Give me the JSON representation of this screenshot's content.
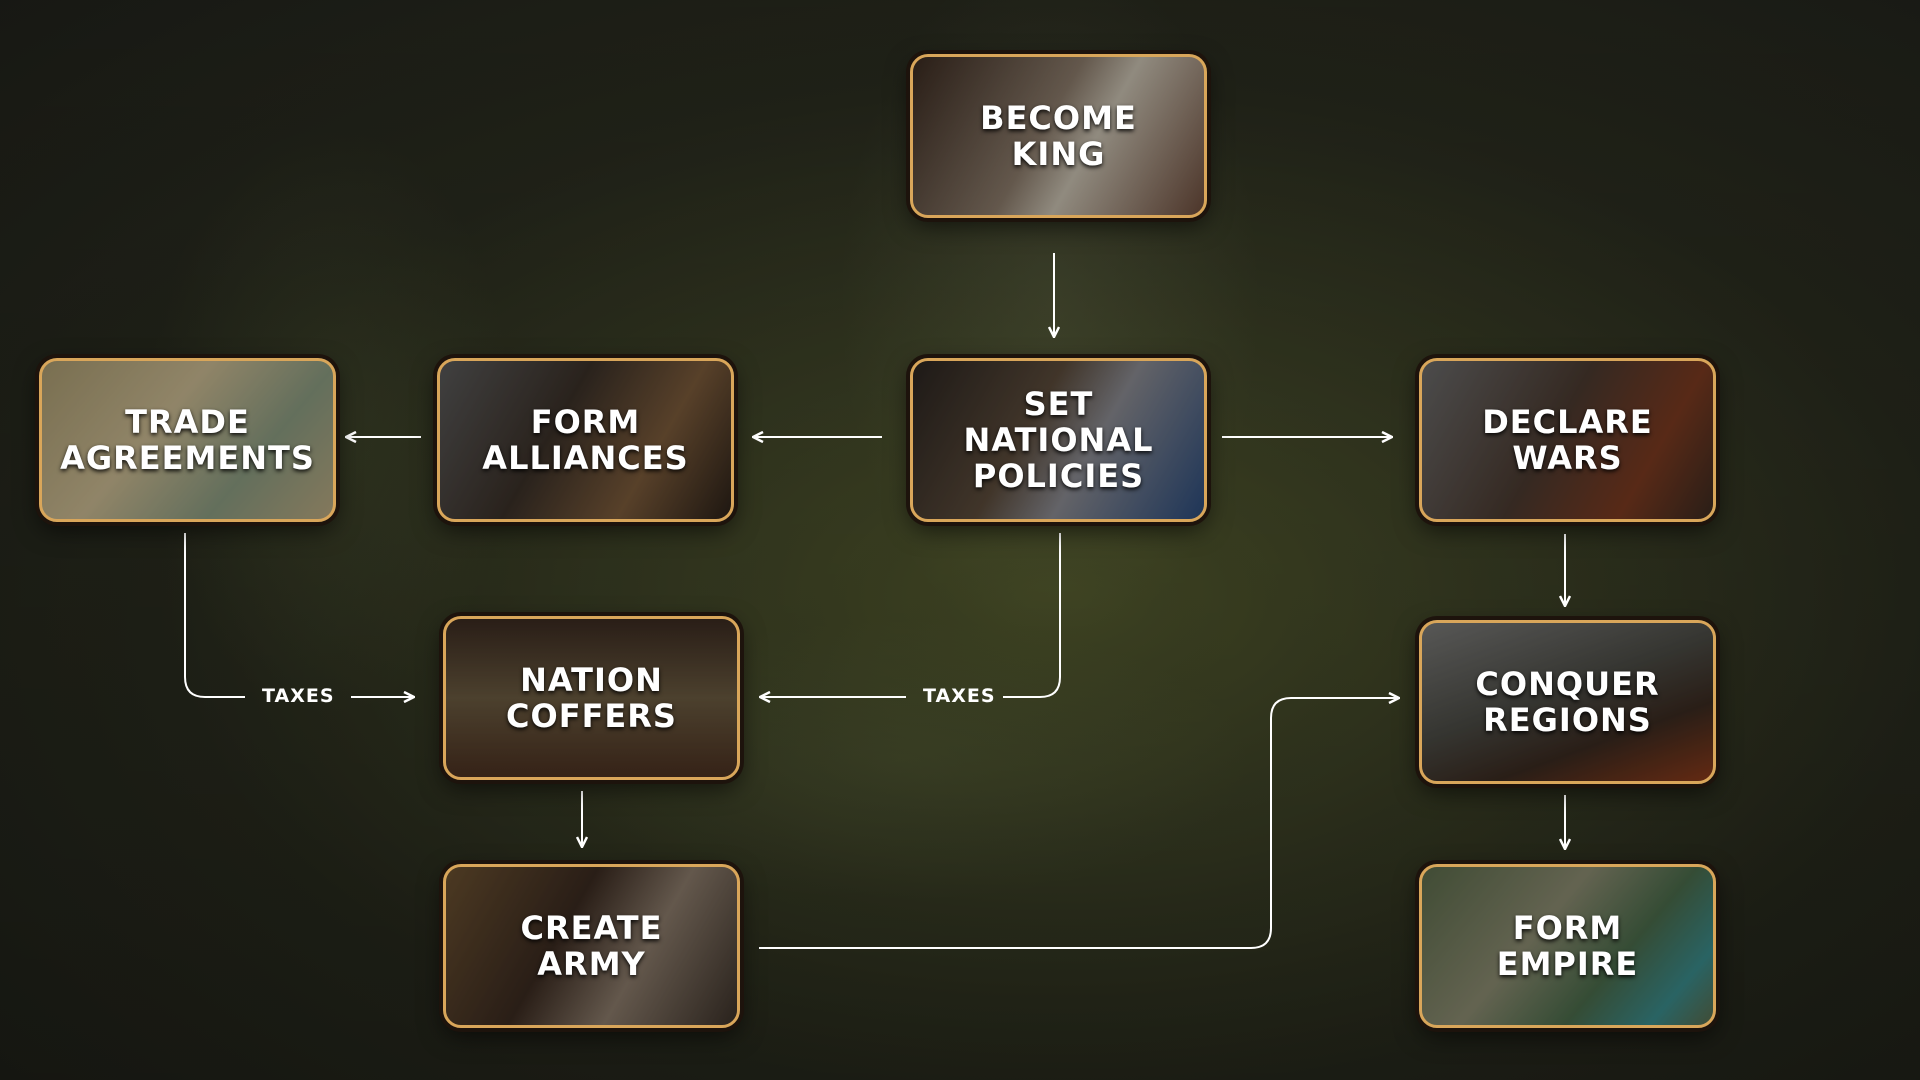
{
  "nodes": {
    "become_king": "BECOME\nKING",
    "set_policies": "SET\nNATIONAL\nPOLICIES",
    "trade_agreements": "TRADE\nAGREEMENTS",
    "form_alliances": "FORM\nALLIANCES",
    "declare_wars": "DECLARE\nWARS",
    "nation_coffers": "NATION\nCOFFERS",
    "create_army": "CREATE\nARMY",
    "conquer_regions": "CONQUER\nREGIONS",
    "form_empire": "FORM\nEMPIRE"
  },
  "edge_labels": {
    "taxes_left": "TAXES",
    "taxes_right": "TAXES"
  },
  "colors": {
    "border": "#d9a65a",
    "line": "#ffffff"
  }
}
